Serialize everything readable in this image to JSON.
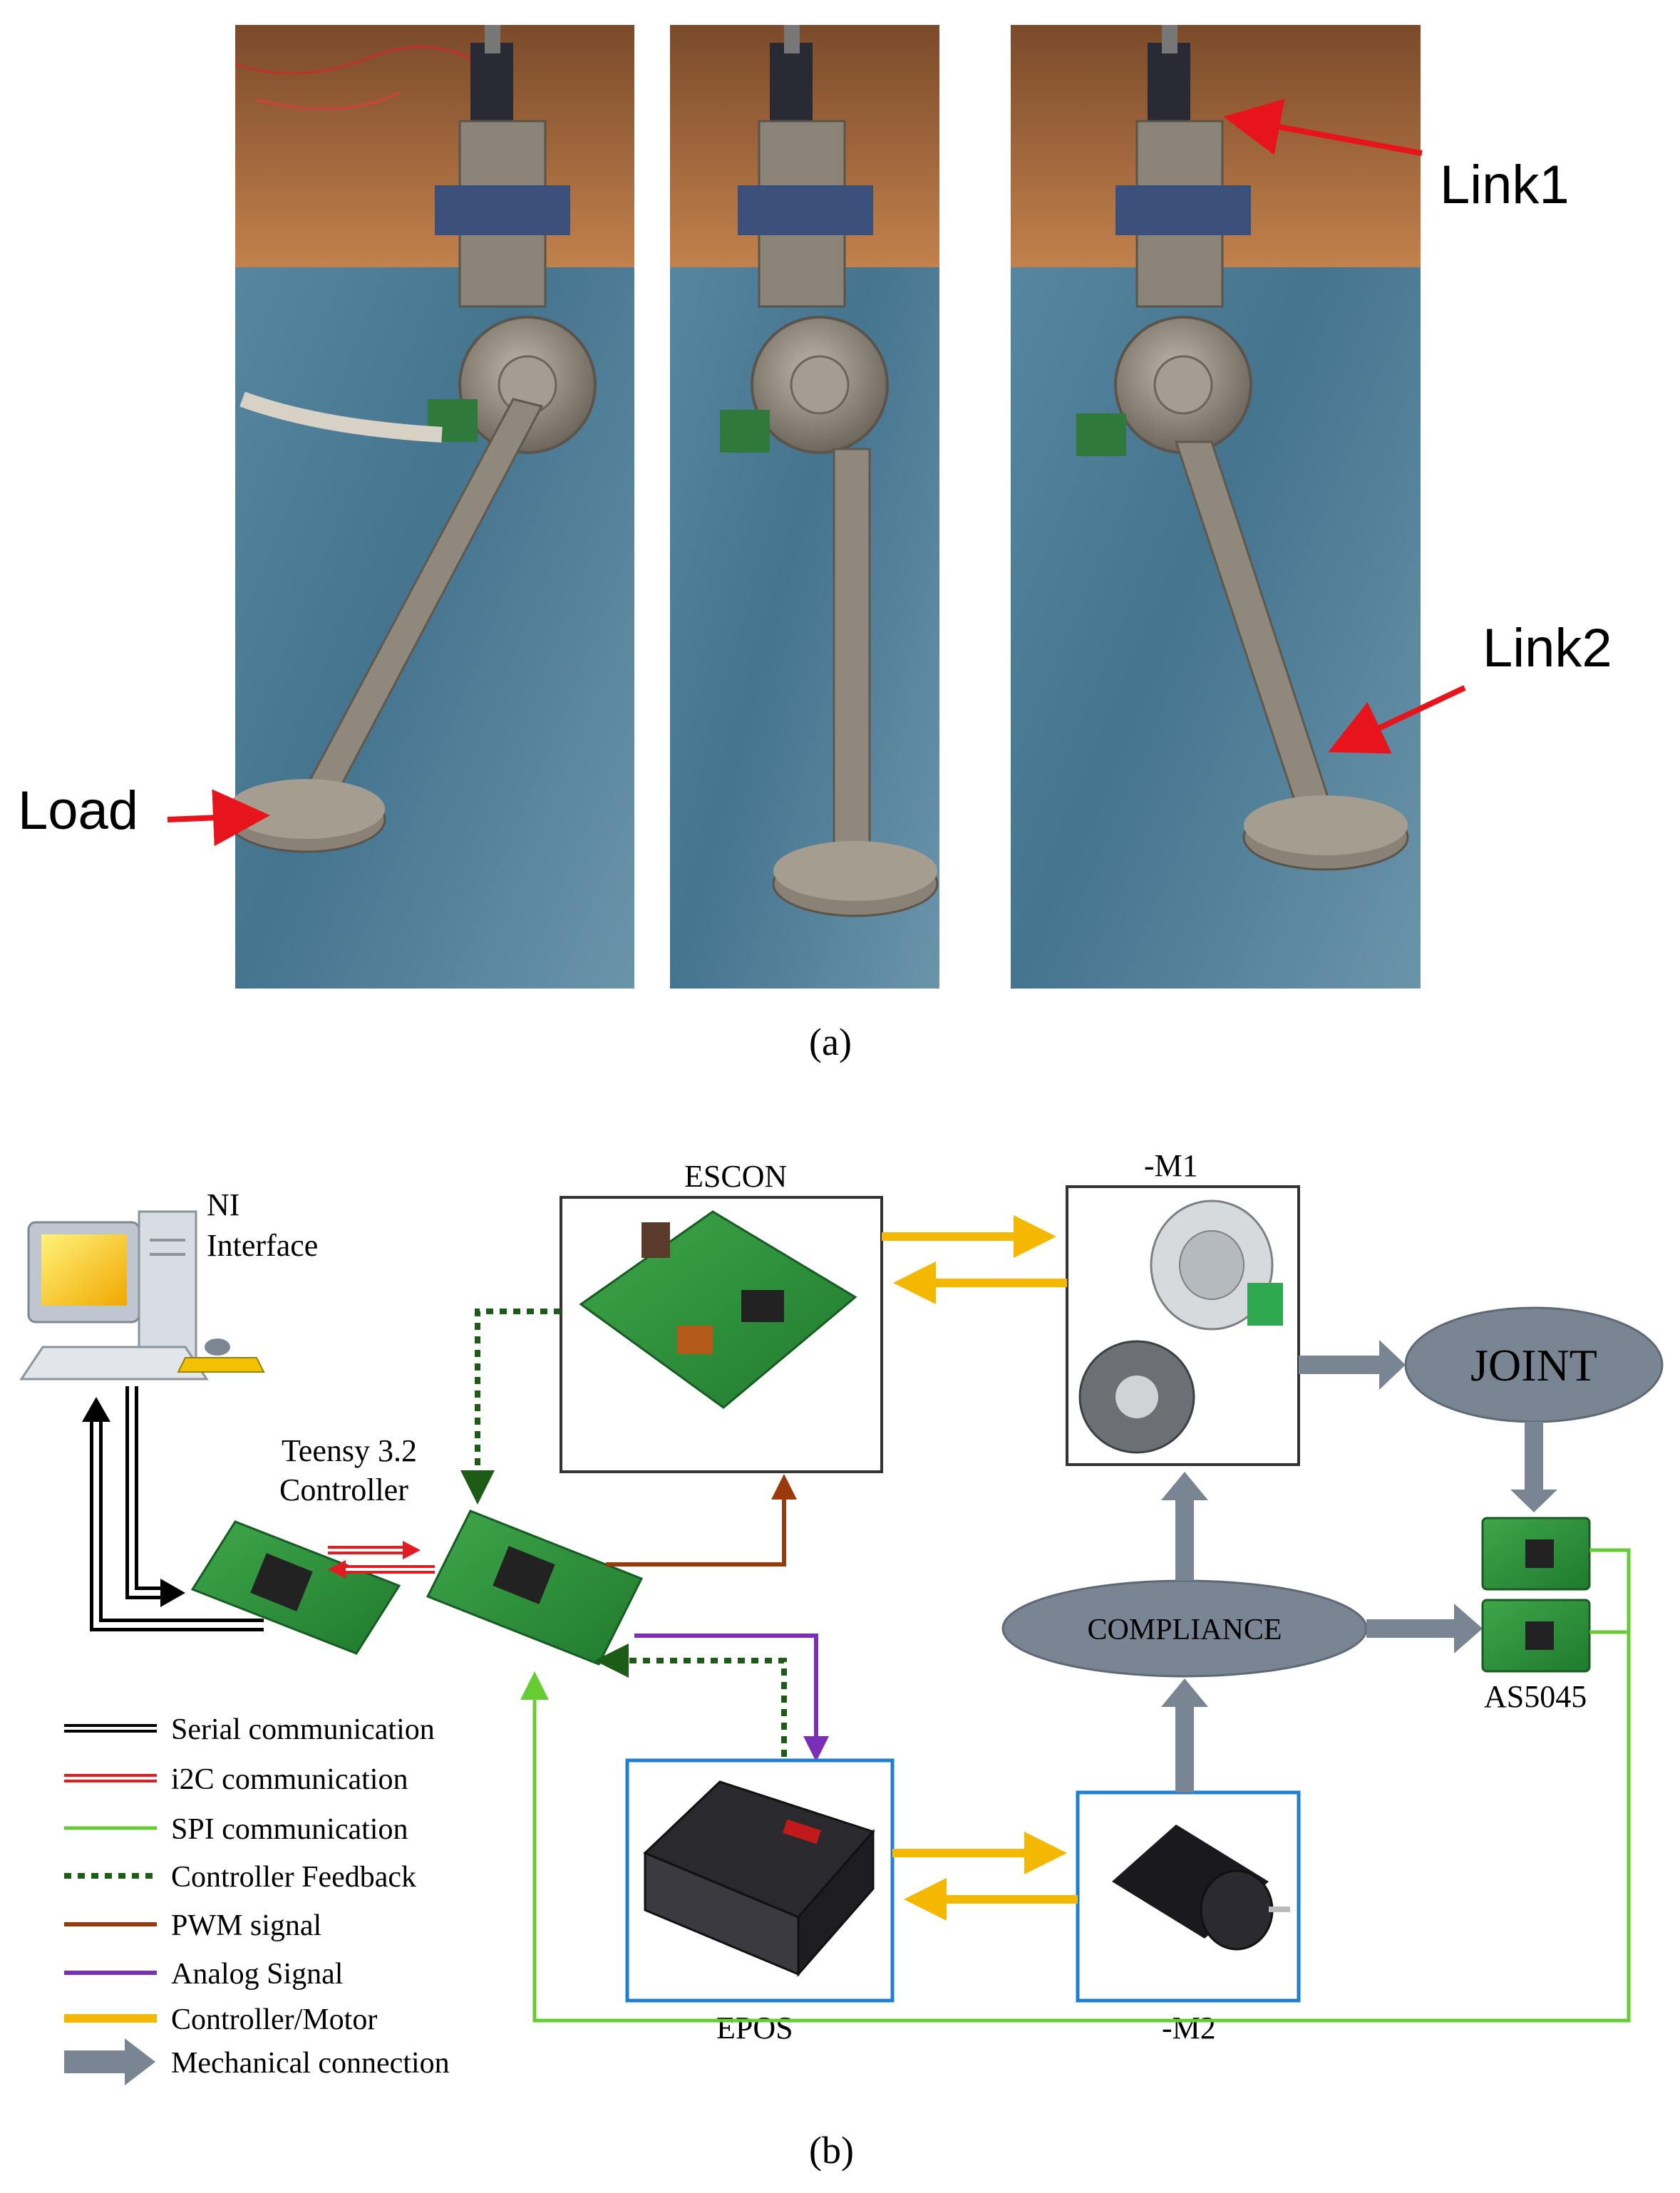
{
  "panel_a": {
    "caption": "(a)",
    "callouts": {
      "load": "Load",
      "link1": "Link1",
      "link2": "Link2"
    },
    "photo_count": 3,
    "colors": {
      "arrow": "#e8141c",
      "cloth": "#4f7f9a",
      "wood": "#a8683a",
      "metal": "#8c8478"
    }
  },
  "panel_b": {
    "caption": "(b)",
    "nodes": {
      "ni_interface": "NI\nInterface",
      "teensy": "Teensy 3.2\nController",
      "escon": "ESCON",
      "epos": "EPOS",
      "m1": "-M1",
      "m2": "-M2",
      "joint": "JOINT",
      "compliance": "COMPLIANCE",
      "as5045": "AS5045"
    },
    "legend": [
      {
        "label": "Serial communication",
        "style": "double-black"
      },
      {
        "label": "i2C communication",
        "style": "double-red"
      },
      {
        "label": "SPI communication",
        "style": "green"
      },
      {
        "label": "Controller Feedback",
        "style": "dotted-darkgreen"
      },
      {
        "label": "PWM signal",
        "style": "brown"
      },
      {
        "label": "Analog Signal",
        "style": "purple"
      },
      {
        "label": "Controller/Motor",
        "style": "orange"
      },
      {
        "label": "Mechanical connection",
        "style": "grey-arrow"
      }
    ],
    "colors": {
      "serial": "#000000",
      "i2c": "#e31b23",
      "spi": "#66cc33",
      "feedback": "#1d5c16",
      "pwm": "#9a3a0c",
      "analog": "#7a2fb5",
      "controller_motor": "#f5b800",
      "mechanical": "#7a8593",
      "epos_box": "#1e7fd0"
    }
  }
}
